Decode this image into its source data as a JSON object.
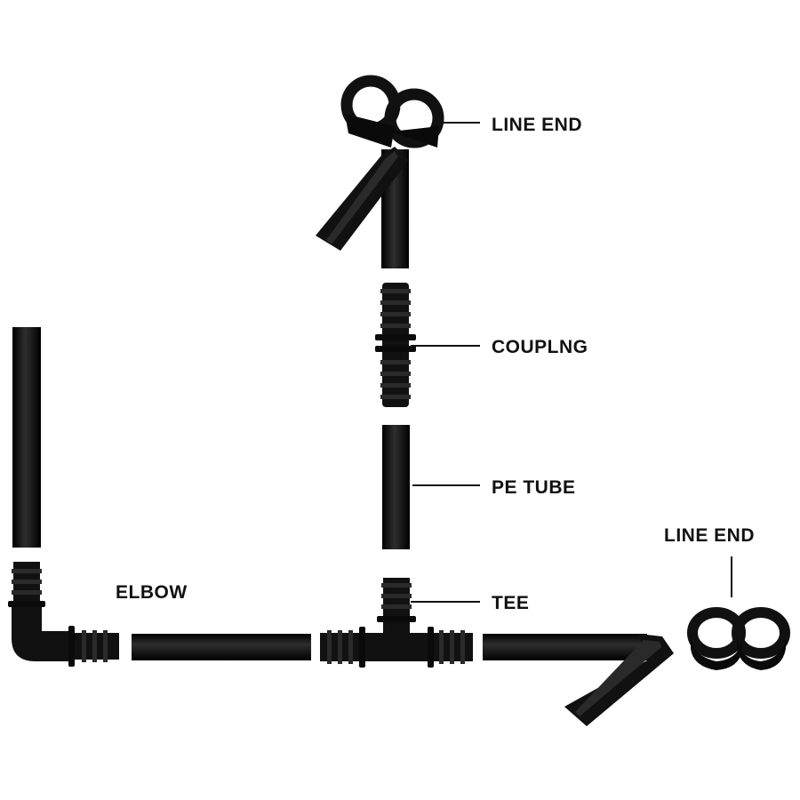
{
  "colors": {
    "pipe": "#111111",
    "highlight": "#3a3a3a",
    "background": "#ffffff",
    "leader": "#111111"
  },
  "labels": {
    "line_end_top": "LINE END",
    "coupling": "COUPLNG",
    "pe_tube": "PE TUBE",
    "tee": "TEE",
    "elbow": "ELBOW",
    "line_end_right": "LINE END"
  }
}
